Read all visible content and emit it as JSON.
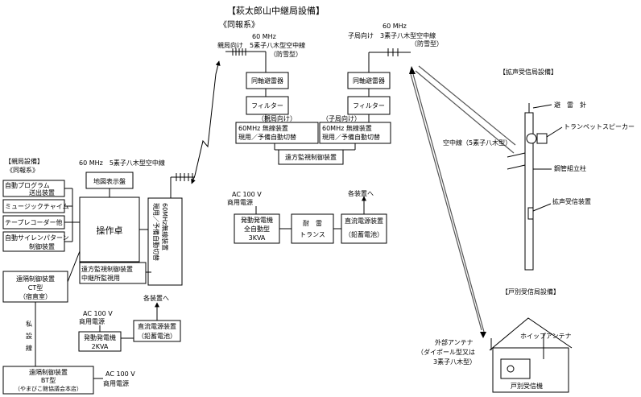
{
  "relay_section": {
    "title": "【萩太郎山中継局設備】",
    "subtitle": "《同報系》",
    "parent_antenna": {
      "band": "60 MHz",
      "label": "親局向け　5素子八木型空中線",
      "note": "（防雪型）"
    },
    "child_antenna": {
      "band": "60 MHz",
      "label": "子局向け　3素子八木型空中線",
      "note": "（防雪型）"
    },
    "lightning_arrester_1": "同軸避雷器",
    "lightning_arrester_2": "同軸避雷器",
    "filter_1": "フィルター",
    "filter_2": "フィルター",
    "parent_dir": "（親局向け）",
    "child_dir": "（子局向け）",
    "radio_1": [
      "60MHz 無線装置",
      "現用／予備自動切替"
    ],
    "radio_2": [
      "60MHz 無線装置",
      "現用／予備自動切替"
    ],
    "remote_control": "遠方監視制御装置",
    "ac_label": [
      "AC 100 V",
      "商用電源"
    ],
    "generator": [
      "発動発電機",
      "全自動型",
      "3KVA"
    ],
    "transformer": [
      "耐　雷",
      "トランス"
    ],
    "dc_supply": [
      "直流電源装置",
      "（鉛蓄電池）"
    ],
    "to_each": "各装置へ"
  },
  "parent_station": {
    "title": "【親局設備】",
    "subtitle": "《同報系》",
    "antenna_label": "60 MHz　5素子八木型空中線",
    "auto_program": [
      "自動プログラム",
      "送出装置"
    ],
    "music_chime": "ミュージックチャイム",
    "tape_recorder": "テープレコーダー他",
    "siren_pattern": [
      "自動サイレンパターン",
      "制御装置"
    ],
    "map_panel": "地図表示盤",
    "console": "操作卓",
    "radio_vertical": [
      "60MHz無線装置",
      "現用／予備自動切替"
    ],
    "remote_relay": [
      "遠方監視制御装置",
      "中継所監視用"
    ],
    "ct_remote": [
      "遠隔制御装置",
      "CT型",
      "（宿直室）"
    ],
    "ac_label": [
      "AC 100 V",
      "商用電源"
    ],
    "generator": [
      "発動発電機",
      "2KVA"
    ],
    "dc_supply": [
      "直流電源装置",
      "（鉛蓄電池）"
    ],
    "to_each": "各装置へ",
    "private_line": [
      "私",
      "設",
      "線"
    ],
    "bt_remote": [
      "遠隔制御装置",
      "BT型",
      "（やまびこ館協議会本店）"
    ],
    "bt_ac": [
      "AC 100 V",
      "商用電源"
    ]
  },
  "loudspeaker_station": {
    "title": "【拡声受信局設備】",
    "arrester": "避　雷　針",
    "trumpet": "トランペットスピーカー",
    "antenna": "空中線（5素子八木型）",
    "pole": "鋼管組立柱",
    "receiver": "拡声受信装置"
  },
  "household": {
    "title": "【戸別受信局設備】",
    "external_antenna": [
      "外部アンテナ",
      "（ダイポール型又は",
      "3素子八木型）"
    ],
    "whip_antenna": "ホイップアンテナ",
    "receiver": "戸別受信機"
  }
}
